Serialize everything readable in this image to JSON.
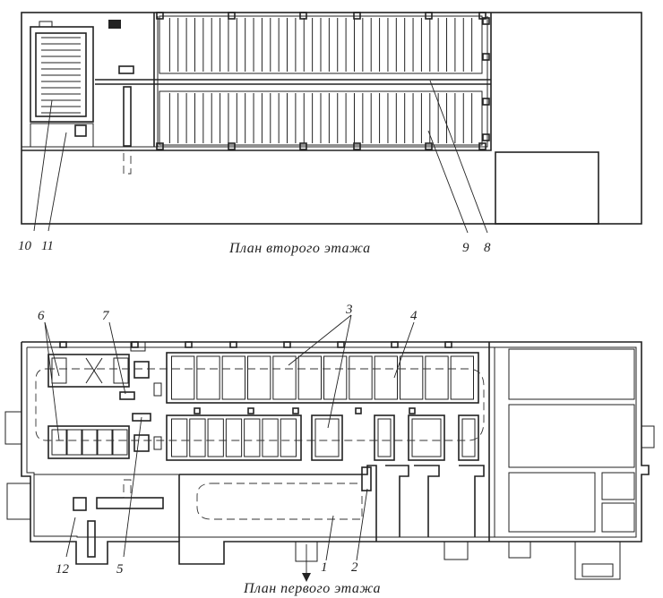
{
  "labels": {
    "upper_caption": "План второго этажа",
    "lower_caption": "План первого этажа",
    "callouts": {
      "c1": "1",
      "c2": "2",
      "c3": "3",
      "c4": "4",
      "c5": "5",
      "c6": "6",
      "c7": "7",
      "c8": "8",
      "c9": "9",
      "c10": "10",
      "c11": "11",
      "c12": "12"
    }
  },
  "drawing": {
    "stall_rows_upper": [
      {
        "stalls": 38
      },
      {
        "stalls": 38
      }
    ],
    "pens_top_row": 12,
    "pens_bottom_row": 7
  }
}
